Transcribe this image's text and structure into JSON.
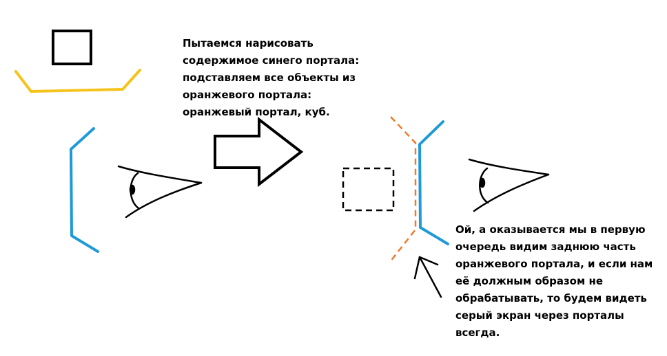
{
  "colors": {
    "ink": "#000000",
    "blue_portal": "#1e9ad6",
    "orange_portal": "#f07a2a",
    "yellow_portal": "#f6c31c",
    "background": "#ffffff"
  },
  "annotations": {
    "top": {
      "lines": [
        "Пытаемся нарисовать",
        "содержимое синего портала:",
        "подставляем все объекты из",
        "оранжевого портала:",
        "оранжевый портал, куб."
      ]
    },
    "bottom": {
      "lines": [
        "Ой, а оказывается мы в первую",
        "очередь видим заднюю часть",
        "оранжевого портала, и если нам",
        "её должным образом не",
        "обрабатывать, то будем видеть",
        "серый экран через порталы",
        "всегда."
      ]
    }
  }
}
